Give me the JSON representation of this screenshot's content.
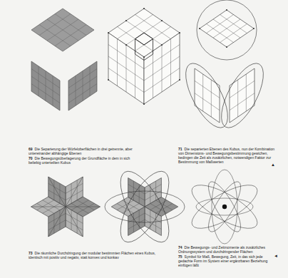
{
  "diagram": {
    "labels": [
      "69",
      "Die Separierung der Würfeloberflächen in drei getrennte, aber untereinander abhängige Ebenen",
      "70",
      "Die Bewegungsüberlagerung der Grundfläche in dem in sich beliebig unterteilten Kubus",
      "71",
      "Die separierten Ebenen des Kubus, nun der Kombination von Dimensions- und Bewegungsbestimmung gewichen, bedingen die Zeit als zusätzlichen, notwendigen Faktor zur Bestimmung von Maßwerten",
      "73",
      "Die räumliche Durchdringung der modular bestimmten Flächen eines Kubus, identisch mit positiv und negativ, statt konvex und konkav",
      "74",
      "Die Bewegungs- und Zeitmomente als zusätzliches Ordnungssystem und durchdringender Flächen",
      "75",
      "Symbol für Maß, Bewegung, Zeit, in das sich jede gedachte Form im System einer ergänzbaren Beziehung einfügen läßt",
      "▲",
      "◄"
    ]
  }
}
